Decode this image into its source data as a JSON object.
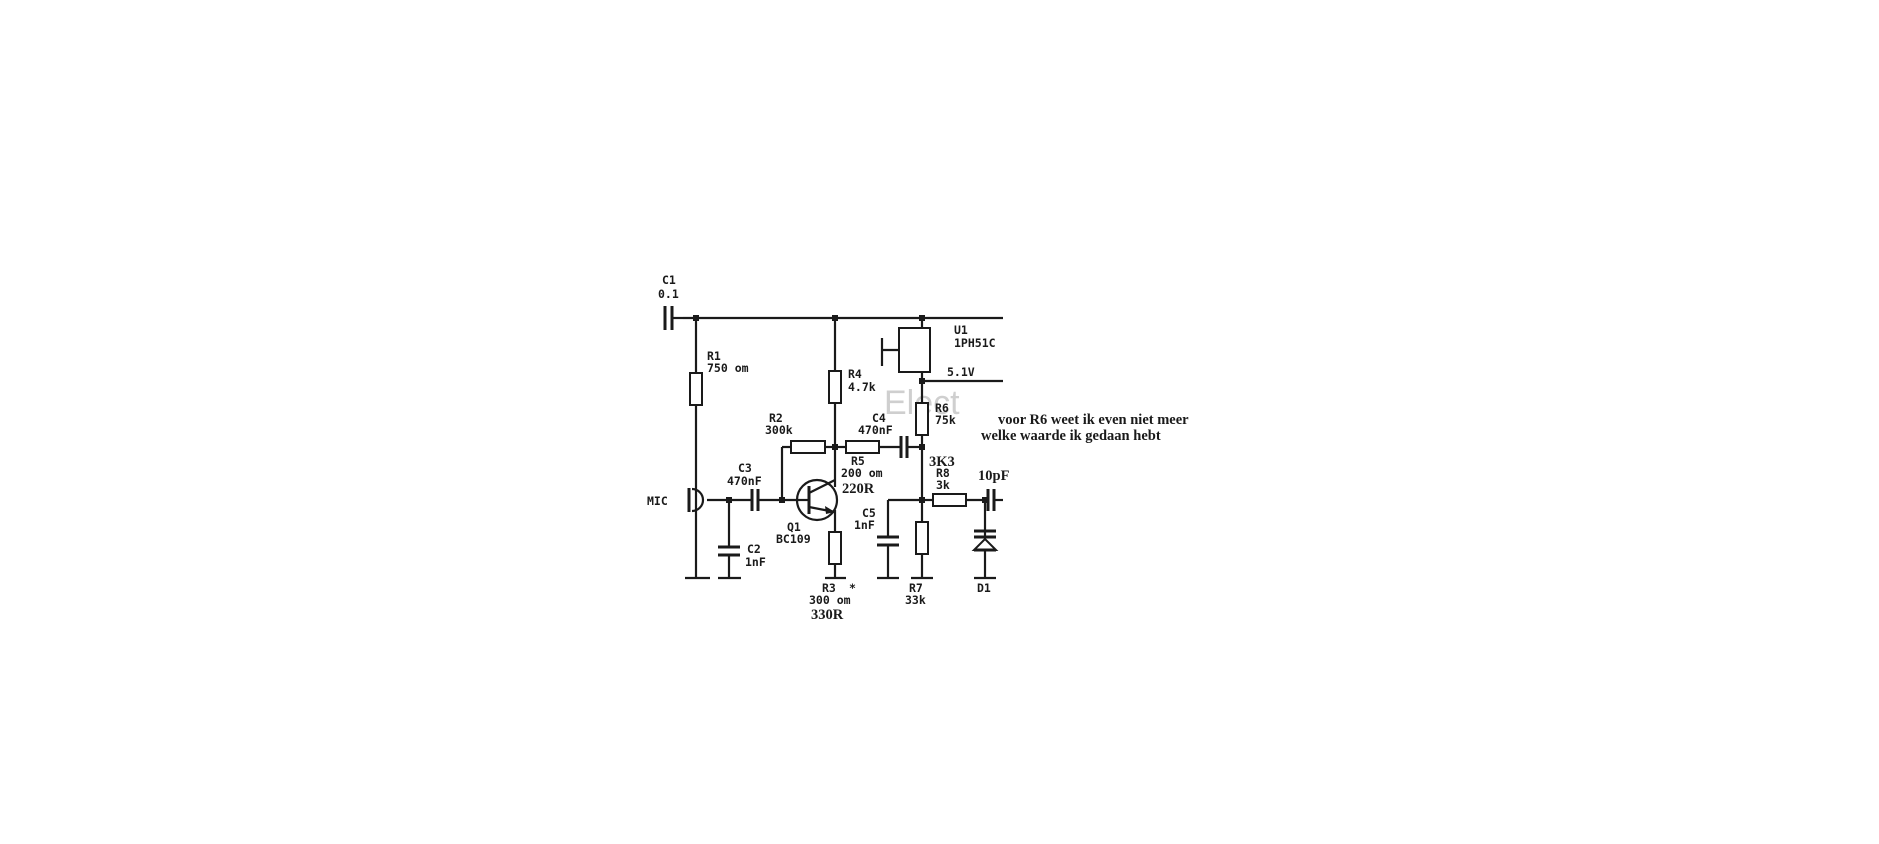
{
  "schematic": {
    "watermark": "Elect",
    "components": {
      "c1": {
        "ref": "C1",
        "value": "0.1"
      },
      "r1": {
        "ref": "R1",
        "value": "750 om"
      },
      "r2": {
        "ref": "R2",
        "value": "300k"
      },
      "r3": {
        "ref": "R3",
        "mark": "*",
        "value": "300 om",
        "note": "330R"
      },
      "r4": {
        "ref": "R4",
        "value": "4.7k"
      },
      "r5": {
        "ref": "R5",
        "value": "200 om",
        "note": "220R"
      },
      "r6": {
        "ref": "R6",
        "value": "75k",
        "note": "3K3"
      },
      "r7": {
        "ref": "R7",
        "value": "33k"
      },
      "r8": {
        "ref": "R8",
        "value": "3k",
        "note": "10pF"
      },
      "c2": {
        "ref": "C2",
        "value": "1nF"
      },
      "c3": {
        "ref": "C3",
        "value": "470nF"
      },
      "c4": {
        "ref": "C4",
        "value": "470nF"
      },
      "c5": {
        "ref": "C5",
        "value": "1nF"
      },
      "q1": {
        "ref": "Q1",
        "value": "BC109"
      },
      "u1": {
        "ref": "U1",
        "value": "1PH51C"
      },
      "d1": {
        "ref": "D1"
      },
      "mic": {
        "ref": "MIC"
      }
    },
    "supply_label": "5.1V",
    "annotation": {
      "line1": "voor R6 weet ik even niet meer",
      "line2": "welke waarde ik gedaan hebt"
    }
  }
}
